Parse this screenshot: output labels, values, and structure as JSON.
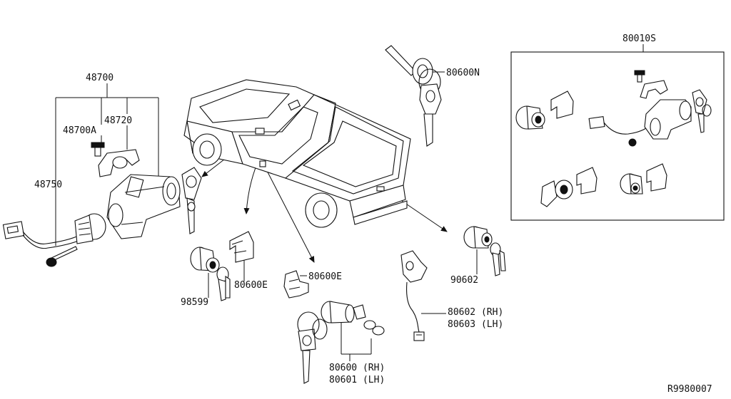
{
  "diagram": {
    "callouts": {
      "p48700": "48700",
      "p48700a": "48700A",
      "p48720": "48720",
      "p48750": "48750",
      "p80600n": "80600N",
      "p80010s": "80010S",
      "p98599": "98599",
      "p80600e_a": "80600E",
      "p80600e_b": "80600E",
      "p80600": "80600 (RH)",
      "p80601": "80601 (LH)",
      "p80602": "80602 (RH)",
      "p80603": "80603 (LH)",
      "p90602": "90602"
    },
    "diagram_code": "R9980007"
  }
}
